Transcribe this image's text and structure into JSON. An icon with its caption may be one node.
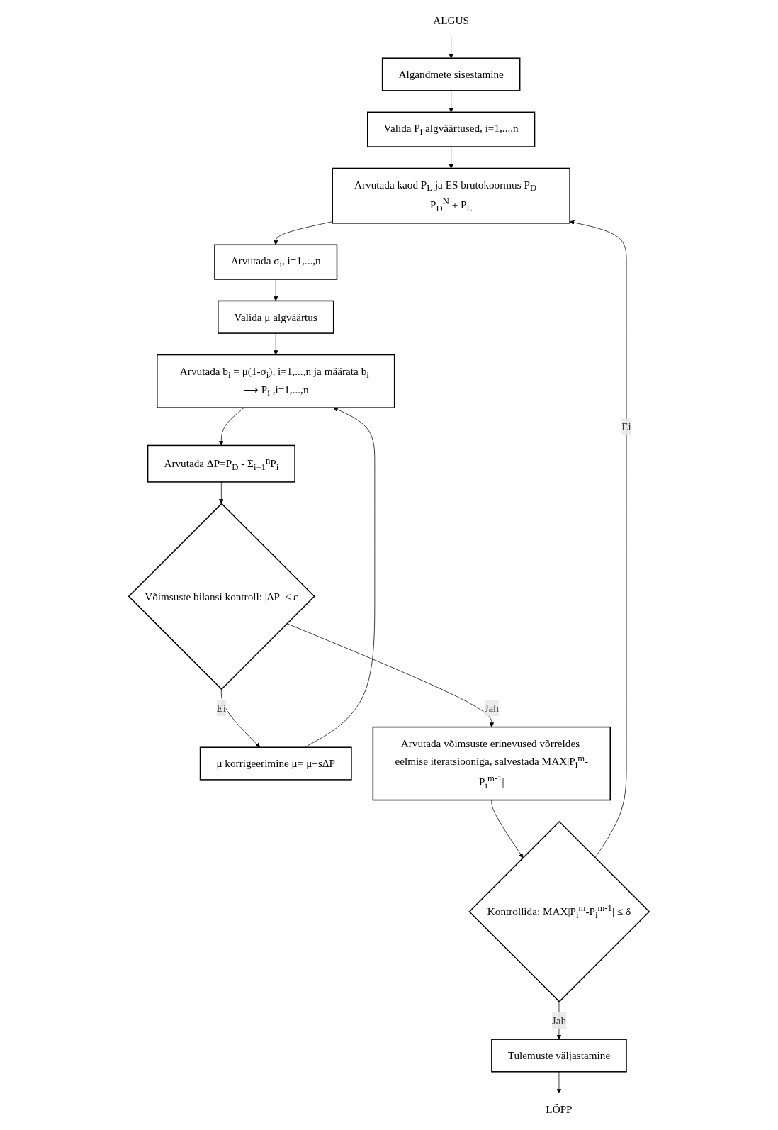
{
  "diagram": {
    "nodes": [
      {
        "text": [
          "ALGUS"
        ]
      },
      {
        "text": [
          "Algandmete sisestamine"
        ]
      },
      {
        "text": [
          "Valida P$_{i}$ algväärtused, i=1,...,n"
        ]
      },
      {
        "text": [
          "Arvutada kaod P$_{L}$ ja ES brutokoormus P$_{D}$ = P$_{D}$$^{N}$ + P$_{L}$"
        ]
      },
      {
        "text": [
          "Arvutada σ$_{i}$, i=1,...,n"
        ]
      },
      {
        "text": [
          "Valida μ algväärtus"
        ]
      },
      {
        "text": [
          "Arvutada b$_{i}$ = μ(1-σ$_{i}$), i=1,...,n ja määrata b$_{i}$ ⟶ P$_{i}$ ,i=1,...,n"
        ]
      },
      {
        "text": [
          "Arvutada ΔP=P$_{D}$ - Σ$_{i=1}$$^{n}$P$_{i}$"
        ]
      },
      {
        "text": [
          "Võimsuste bilansi kontroll: |ΔP| ≤ ε"
        ]
      },
      {
        "text": [
          "μ korrigeerimine μ= μ+sΔP"
        ]
      },
      {
        "text": [
          "Arvutada võimsuste erinevused võrreldes eelmise iteratsiooniga, salvestada MAX|P$_{i}$$^{m}$-P$_{i}$$^{m-1}$|"
        ]
      },
      {
        "text": [
          "Kontrollida: MAX|P$_{i}$$^{m}$-P$_{i}$$^{m-1}$| ≤ δ"
        ]
      },
      {
        "text": [
          "Tulemuste väljastamine"
        ]
      },
      {
        "text": [
          "LÕPP"
        ]
      }
    ],
    "edges": [
      {
        "from": 0,
        "to": 1,
        "arrow": "to"
      },
      {
        "from": 1,
        "to": 2,
        "arrow": "to"
      },
      {
        "from": 2,
        "to": 3,
        "arrow": "to"
      },
      {
        "from": 3,
        "to": 4,
        "arrow": "to"
      },
      {
        "from": 4,
        "to": 5,
        "arrow": "to"
      },
      {
        "from": 5,
        "to": 6,
        "arrow": "to"
      },
      {
        "from": 6,
        "to": 7,
        "arrow": "to"
      },
      {
        "from": 7,
        "to": 8,
        "arrow": "to"
      },
      {
        "from": 8,
        "to": 9,
        "arrow": "to",
        "label": "Ei"
      },
      {
        "from": 9,
        "to": 6,
        "arrow": "to"
      },
      {
        "from": 8,
        "to": 10,
        "arrow": "to",
        "label": "Jah"
      },
      {
        "from": 10,
        "to": 11,
        "arrow": "to"
      },
      {
        "from": 11,
        "to": 12,
        "arrow": "to",
        "label": "Jah"
      },
      {
        "from": 11,
        "to": 3,
        "arrow": "to",
        "label": "Ei"
      },
      {
        "from": 12,
        "to": 13,
        "arrow": "to"
      }
    ]
  }
}
